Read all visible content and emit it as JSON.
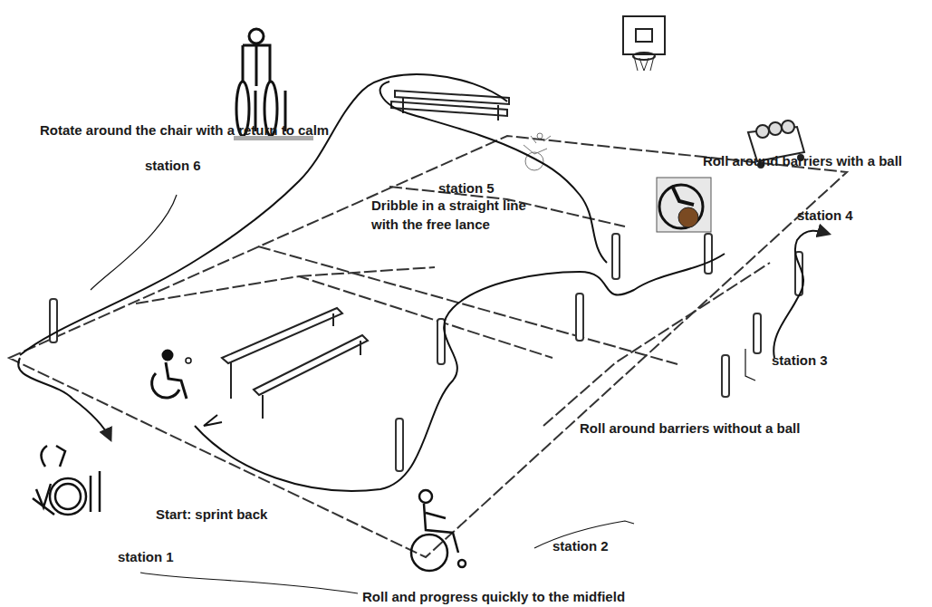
{
  "diagram": {
    "labels": [
      "Rotate around the chair with a return to calm",
      "station 6",
      "station 5",
      "Dribble in a straight line with the free lance",
      "Roll around barriers with a ball",
      "station 4",
      "station 3",
      "Roll around barriers without a ball",
      "Start: sprint back",
      "station 1",
      "station 2",
      "Roll and progress quickly to the midfield"
    ]
  }
}
